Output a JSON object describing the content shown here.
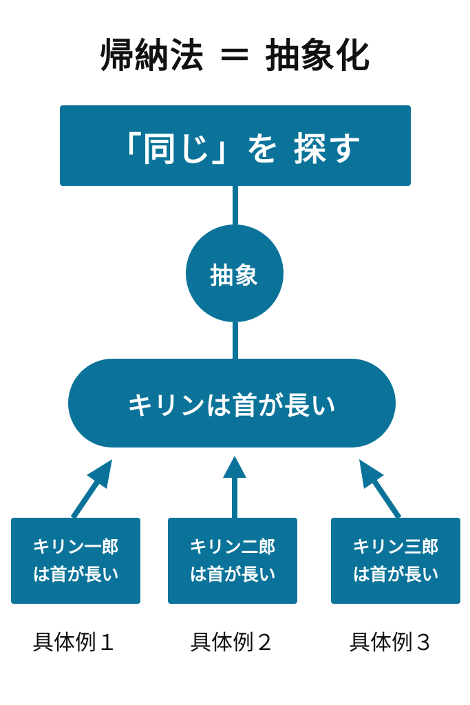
{
  "title": "帰納法 ＝ 抽象化",
  "top_box": {
    "text": "「同じ」を 探す"
  },
  "abstract_node": {
    "text": "抽象"
  },
  "conclusion": {
    "text": "キリンは首が長い"
  },
  "examples": [
    {
      "line1": "キリン一郎",
      "line2": "は首が長い",
      "caption": "具体例１"
    },
    {
      "line1": "キリン二郎",
      "line2": "は首が長い",
      "caption": "具体例２"
    },
    {
      "line1": "キリン三郎",
      "line2": "は首が長い",
      "caption": "具体例３"
    }
  ],
  "colors": {
    "accent": "#0b7399",
    "text": "#111111",
    "background": "#ffffff"
  }
}
